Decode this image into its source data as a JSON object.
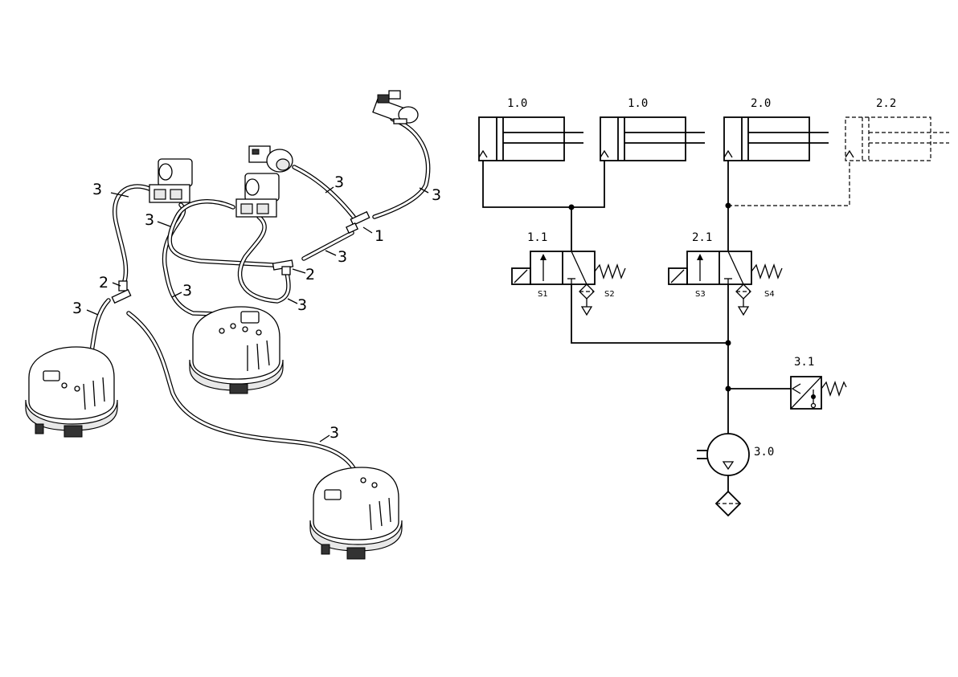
{
  "callouts": {
    "c1": "1",
    "c2a": "2",
    "c2b": "2",
    "c3": [
      "3",
      "3",
      "3",
      "3",
      "3",
      "3",
      "3",
      "3",
      "3"
    ]
  },
  "schematic": {
    "cyl_a": "1.0",
    "cyl_b": "1.0",
    "cyl_c": "2.0",
    "cyl_d": "2.2",
    "valve_a": "1.1",
    "valve_b": "2.1",
    "switch": "3.1",
    "pump": "3.0",
    "signals": [
      "S1",
      "S2",
      "S3",
      "S4"
    ]
  }
}
